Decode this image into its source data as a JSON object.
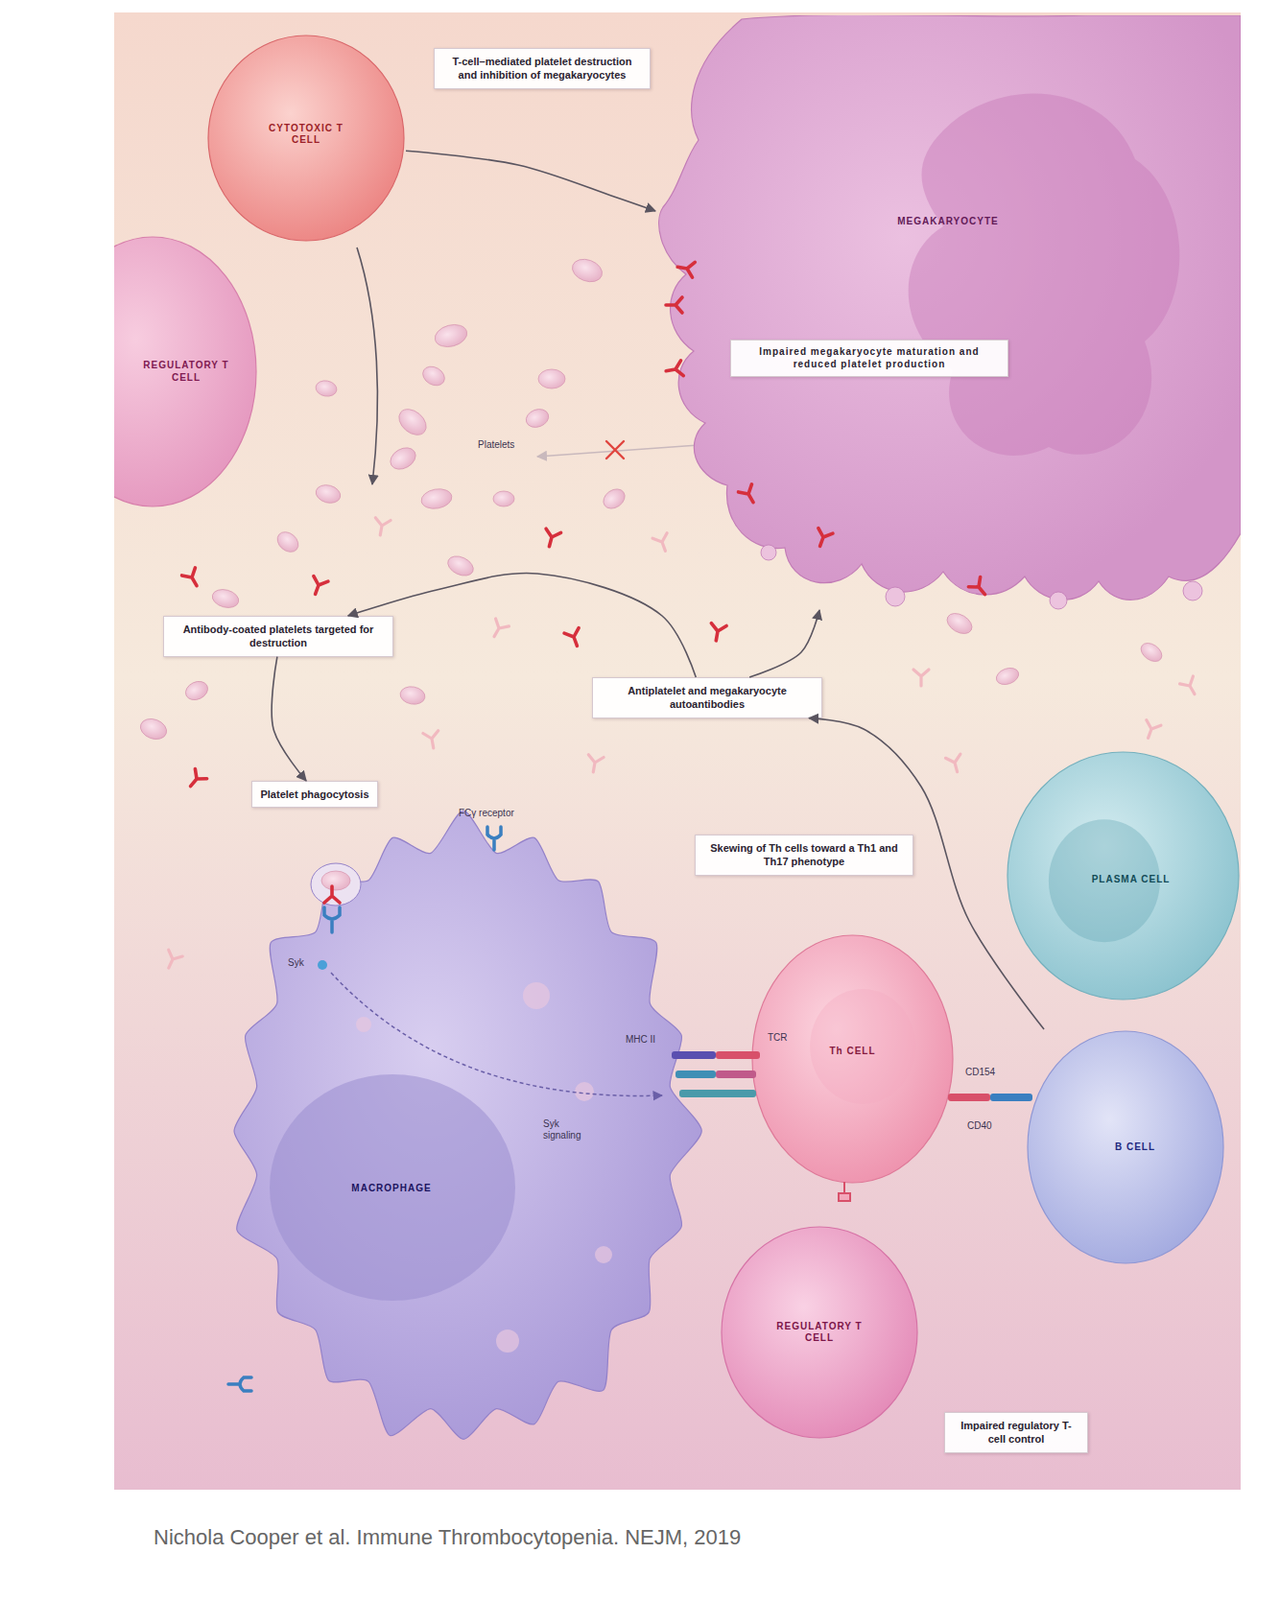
{
  "diagram": {
    "caption": "Nichola Cooper et al. Immune Thrombocytopenia. NEJM, 2019",
    "nodes": [
      {
        "text": [
          "CYTOTOXIC T CELL"
        ]
      },
      {
        "text": [
          "T-cell–mediated platelet destruction and inhibition of megakaryocytes"
        ]
      },
      {
        "text": [
          "MEGAKARYOCYTE"
        ]
      },
      {
        "text": [
          "Impaired megakaryocyte maturation and reduced platelet production"
        ],
        "in": 2
      },
      {
        "text": [
          "REGULATORY T CELL"
        ]
      },
      {
        "text": [
          "Antibody-coated platelets targeted for destruction"
        ]
      },
      {
        "text": [
          "Platelet phagocytosis"
        ]
      },
      {
        "text": [
          "Antiplatelet and megakaryocyte autoantibodies"
        ]
      },
      {
        "text": [
          "Skewing of Th cells toward a Th1 and Th17 phenotype"
        ]
      },
      {
        "text": [
          "PLASMA CELL"
        ]
      },
      {
        "text": [
          "MACROPHAGE"
        ]
      },
      {
        "text": [
          "Th CELL"
        ]
      },
      {
        "text": [
          "B CELL"
        ]
      },
      {
        "text": [
          "REGULATORY T CELL"
        ]
      },
      {
        "text": [
          "Impaired regulatory T-cell control"
        ]
      }
    ],
    "edges": [
      {
        "from": 0,
        "to": 2,
        "arrow": "to"
      },
      {
        "from": 7,
        "to": 5,
        "arrow": "to"
      },
      {
        "from": 7,
        "to": 2,
        "arrow": "to"
      },
      {
        "from": 5,
        "to": 6,
        "arrow": "to"
      },
      {
        "from": 12,
        "to": 7,
        "arrow": "to"
      }
    ],
    "labels": [
      "Platelets",
      "FCγ receptor",
      "Syk",
      "Syk signaling",
      "MHC II",
      "TCR",
      "CD154",
      "CD40"
    ]
  }
}
